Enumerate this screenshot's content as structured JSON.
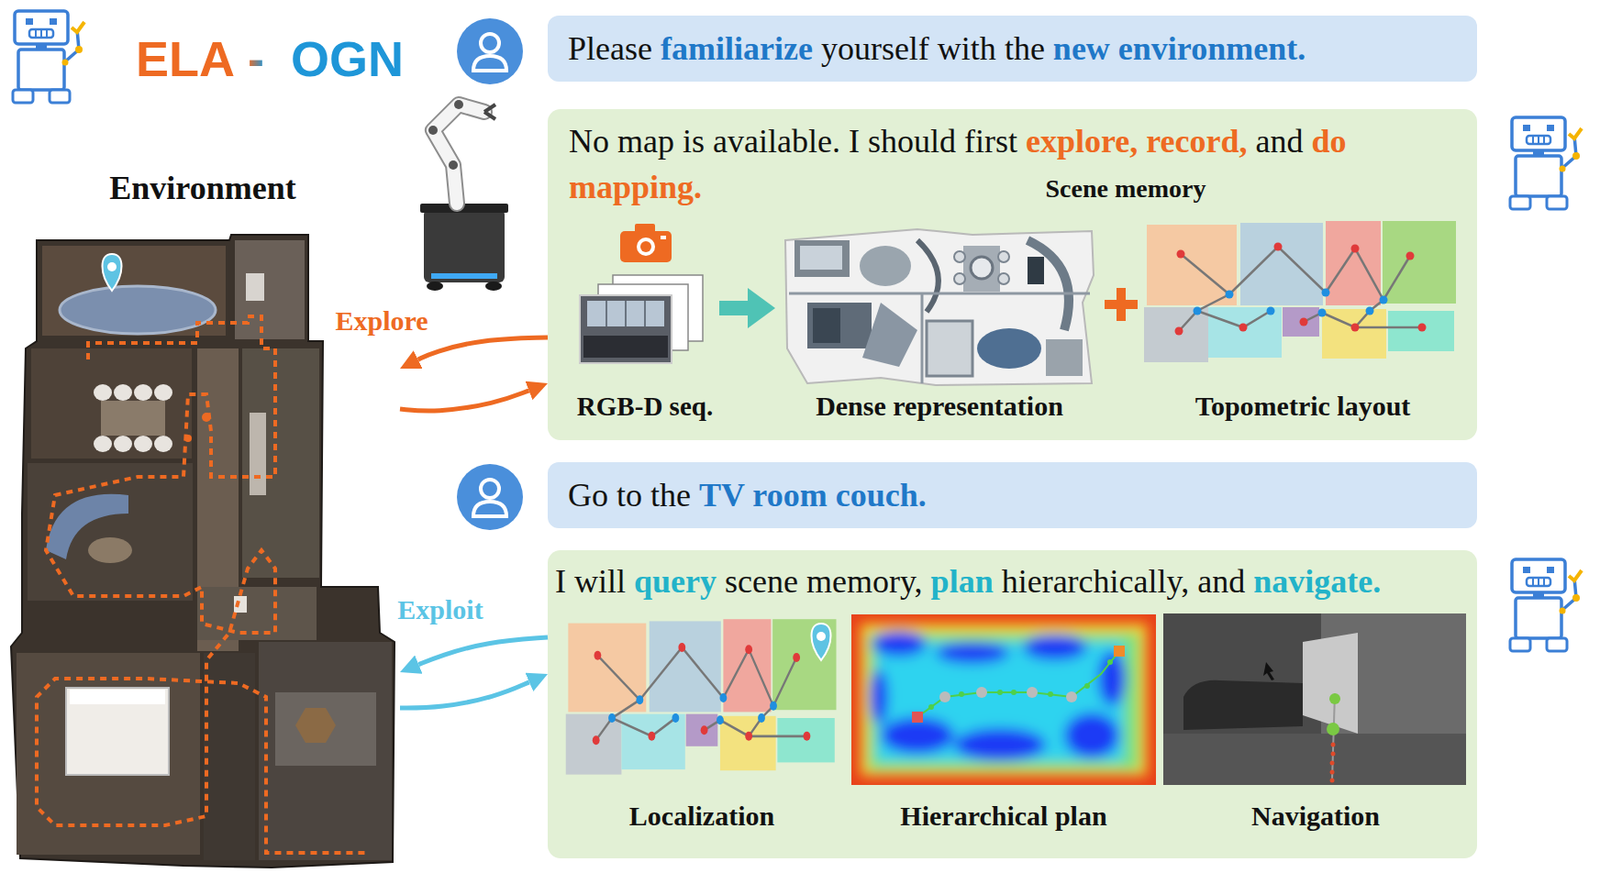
{
  "diagram": {
    "nodes": [
      {
        "text": [
          "Environment"
        ]
      },
      {
        "text": [
          "Please familiarize yourself with the new environment."
        ]
      },
      {
        "text": [
          "No map is available. I should first explore, record, and do mapping."
        ]
      },
      {
        "text": [
          "RGB-D seq."
        ],
        "in": 2
      },
      {
        "text": [
          "Dense representation"
        ],
        "in": 2
      },
      {
        "text": [
          "Topometric layout"
        ],
        "in": 2
      },
      {
        "text": [
          "Go to the TV room couch."
        ]
      },
      {
        "text": [
          "I will query scene memory, plan hierarchically, and navigate."
        ]
      },
      {
        "text": [
          "Localization"
        ],
        "in": 7
      },
      {
        "text": [
          "Hierarchical plan"
        ],
        "in": 7
      },
      {
        "text": [
          "Navigation"
        ],
        "in": 7
      }
    ],
    "edges": [
      {
        "from": 2,
        "to": 0,
        "arrow": "to",
        "label": "Explore"
      },
      {
        "from": 0,
        "to": 2,
        "arrow": "to"
      },
      {
        "from": 3,
        "to": 4,
        "arrow": "to"
      },
      {
        "from": 7,
        "to": 0,
        "arrow": "to",
        "label": "Exploit"
      },
      {
        "from": 0,
        "to": 7,
        "arrow": "to"
      }
    ],
    "labels": [
      "ELA",
      "-",
      "OGN",
      "Scene memory"
    ]
  }
}
